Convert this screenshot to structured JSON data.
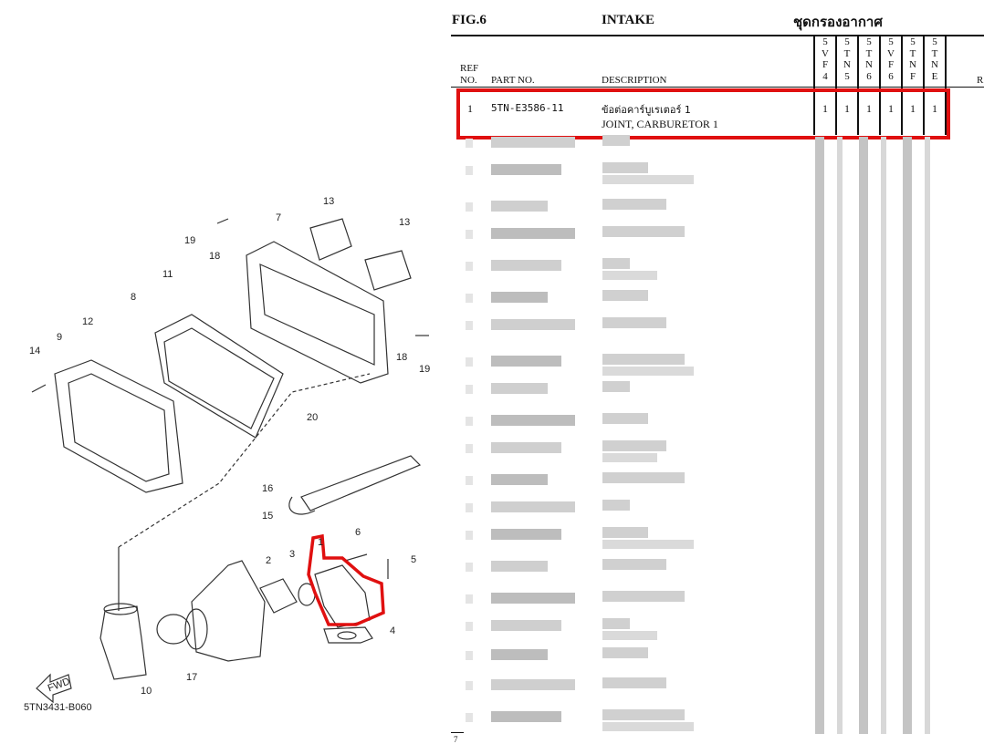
{
  "diagram": {
    "code": "5TN3431-B060",
    "fwd_label": "FWD",
    "callouts": [
      "13",
      "13",
      "7",
      "19",
      "18",
      "11",
      "8",
      "12",
      "9",
      "14",
      "18",
      "19",
      "20",
      "16",
      "15",
      "6",
      "3",
      "2",
      "5",
      "1",
      "4",
      "17",
      "10"
    ],
    "highlight_color": "#e01010"
  },
  "header": {
    "fig": "FIG.6",
    "title": "INTAKE",
    "title_thai": "ชุดกรองอากาศ"
  },
  "columns": {
    "ref_line1": "REF",
    "ref_line2": "NO.",
    "part_no": "PART NO.",
    "description": "DESCRIPTION",
    "models": [
      [
        "5",
        "V",
        "F",
        "4"
      ],
      [
        "5",
        "T",
        "N",
        "5"
      ],
      [
        "5",
        "T",
        "N",
        "6"
      ],
      [
        "5",
        "V",
        "F",
        "6"
      ],
      [
        "5",
        "T",
        "N",
        "F"
      ],
      [
        "5",
        "T",
        "N",
        "E"
      ]
    ],
    "remarks_initial": "R"
  },
  "rows": [
    {
      "ref": "1",
      "part_no": "5TN-E3586-11",
      "description_thai": "ข้อต่อคาร์บูเรเตอร์ 1",
      "description": "JOINT, CARBURETOR 1",
      "qty": [
        "1",
        "1",
        "1",
        "1",
        "1",
        "1"
      ],
      "highlighted": true
    }
  ],
  "footer": {
    "page": "7"
  }
}
